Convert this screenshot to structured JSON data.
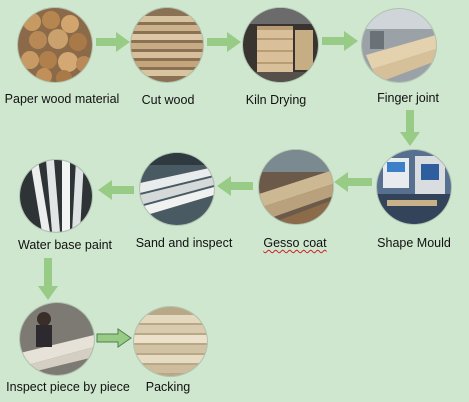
{
  "steps": [
    {
      "id": "paper-wood-material",
      "label": "Paper wood material"
    },
    {
      "id": "cut-wood",
      "label": "Cut wood"
    },
    {
      "id": "kiln-drying",
      "label": "Kiln Drying"
    },
    {
      "id": "finger-joint",
      "label": "Finger joint"
    },
    {
      "id": "shape-mould",
      "label": "Shape Mould"
    },
    {
      "id": "gesso-coat",
      "label": "Gesso coat"
    },
    {
      "id": "sand-and-inspect",
      "label": "Sand and inspect"
    },
    {
      "id": "water-base-paint",
      "label": "Water base paint"
    },
    {
      "id": "inspect-piece-by-piece",
      "label": "Inspect piece by piece"
    },
    {
      "id": "packing",
      "label": "Packing"
    }
  ],
  "colors": {
    "background": "#cfe6cf",
    "arrow": "#98cc86",
    "arrow_outline": "#4f7f4f"
  }
}
